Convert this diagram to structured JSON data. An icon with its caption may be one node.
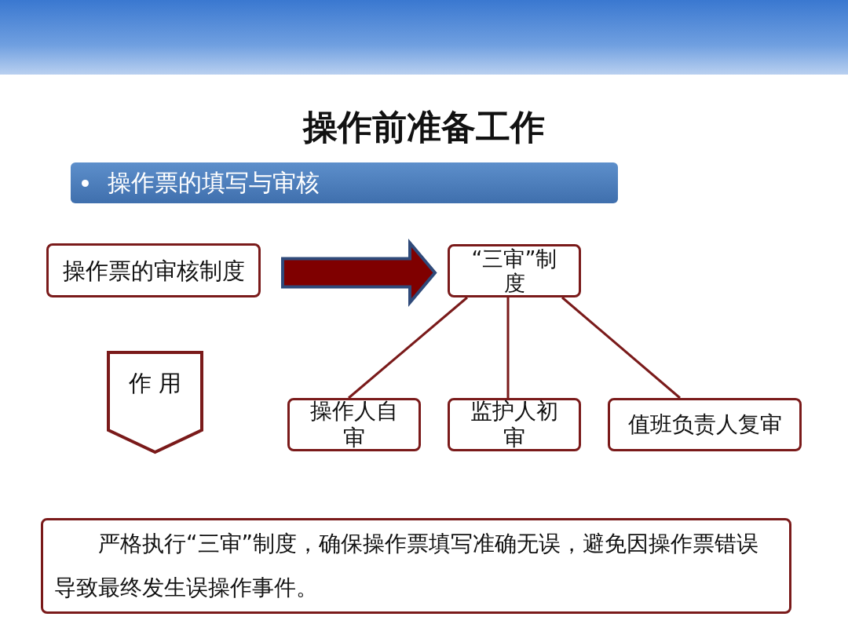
{
  "diagram": {
    "title": "操作前准备工作",
    "nodes": [
      {
        "text": [
          "操作票的审核制度"
        ]
      },
      {
        "text": [
          "“三审”制度"
        ]
      },
      {
        "text": [
          "作 用"
        ]
      },
      {
        "text": [
          "操作人自审"
        ]
      },
      {
        "text": [
          "监护人初审"
        ]
      },
      {
        "text": [
          "值班负责人复审"
        ]
      },
      {
        "text": [
          "严格执行“三审”制度，确保操作票填写准确无误，避免因操作票错误导致最终发生误操作事件。"
        ]
      }
    ],
    "edges": [
      {
        "from": 0,
        "to": 1,
        "arrow": "to",
        "style": "thick",
        "color": "#7f0000"
      },
      {
        "from": 1,
        "to": 3,
        "arrow": "none"
      },
      {
        "from": 1,
        "to": 4,
        "arrow": "none"
      },
      {
        "from": 1,
        "to": 5,
        "arrow": "none"
      }
    ],
    "labels": [
      "操作票的填写与审核"
    ]
  }
}
